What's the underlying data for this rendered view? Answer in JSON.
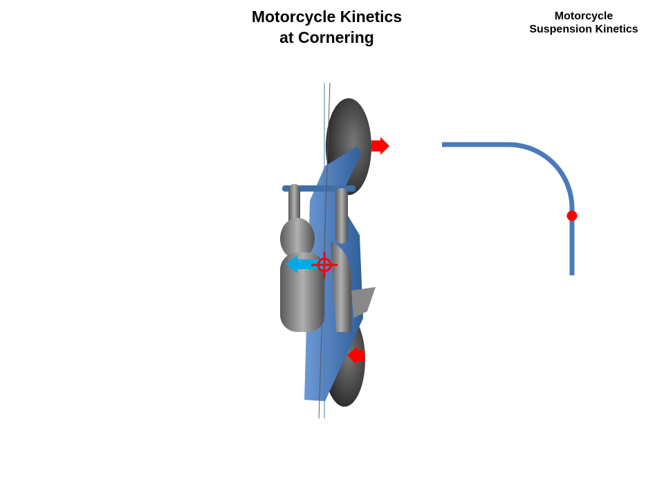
{
  "main_title": {
    "line1": "Motorcycle Kinetics",
    "line2": "at Cornering"
  },
  "side_title": {
    "line1": "Motorcycle",
    "line2": "Suspension Kinetics"
  },
  "colors": {
    "frame_blue": "#4a7ab8",
    "path_blue": "#4a7ab8",
    "force_red": "#ff0000",
    "centrifugal_cyan": "#00a8e8",
    "tire_dark": "#3a3a3a",
    "rider_gray": "#8a8a8a"
  }
}
